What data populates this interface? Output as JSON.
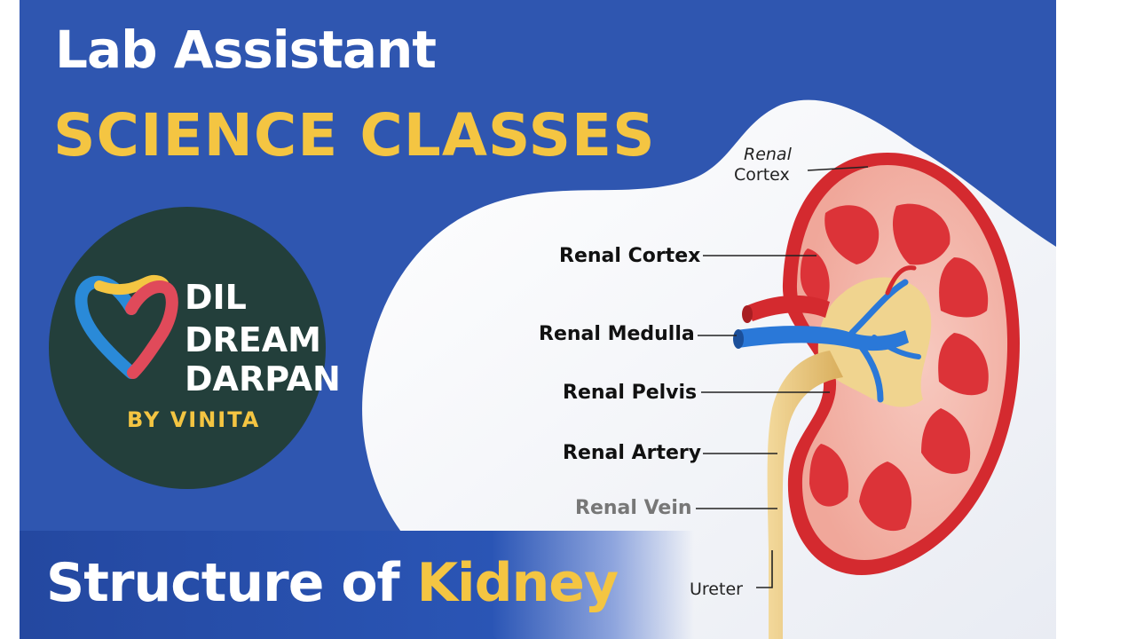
{
  "header": {
    "line1": "Lab Assistant",
    "line2": "SCIENCE CLASSES"
  },
  "logo": {
    "line1": "DIL",
    "line2": "DREAM",
    "line3": "DARPAN",
    "byline": "BY VINITA"
  },
  "footer": {
    "prefix": "Structure of",
    "keyword": "Kidney"
  },
  "diagram": {
    "labels": {
      "top_cortex_line1": "Renal",
      "top_cortex_line2": "Cortex",
      "cortex": "Renal Cortex",
      "medulla": "Renal Medulla",
      "pelvis": "Renal Pelvis",
      "artery": "Renal Artery",
      "vein": "Renal Vein",
      "ureter": "Ureter"
    }
  },
  "colors": {
    "banner_blue": "#2f56b0",
    "accent_yellow": "#f4c542",
    "logo_dark": "#233f3b",
    "kidney_red": "#d42a2f",
    "vein_blue": "#2a78d8",
    "ureter_tan": "#e8c47a"
  }
}
